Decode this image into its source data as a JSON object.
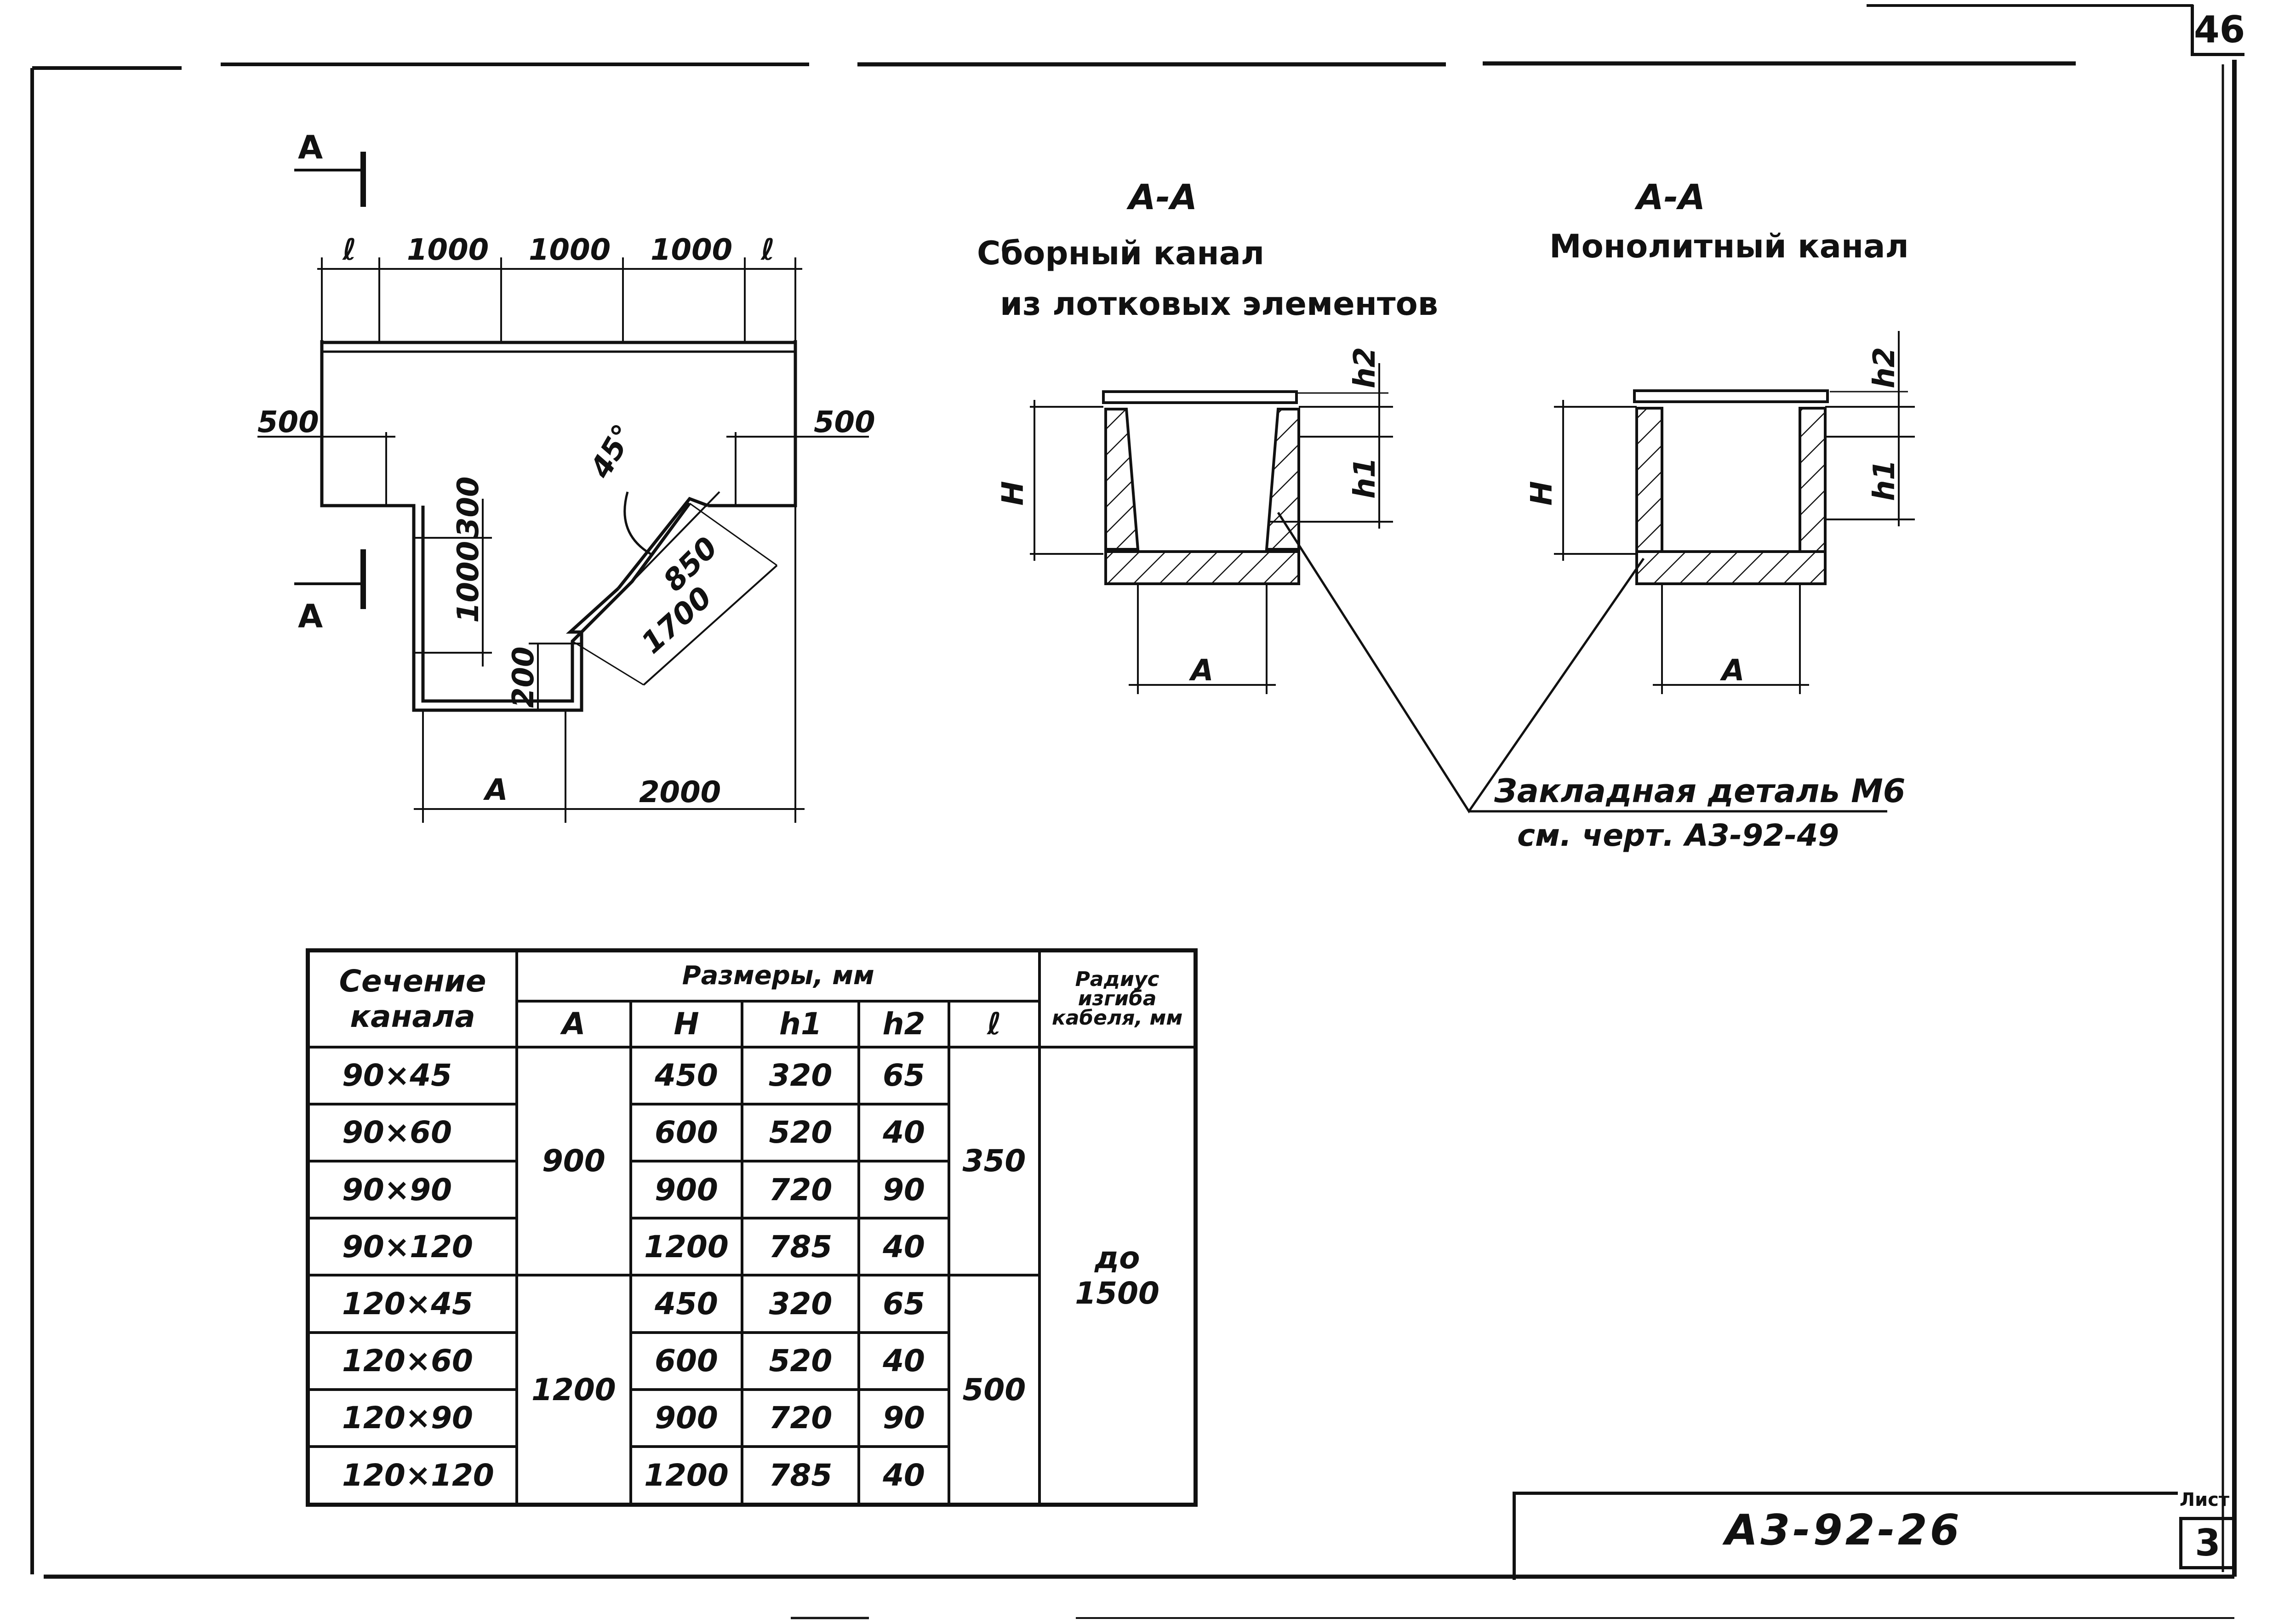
{
  "page_number": "46",
  "plan": {
    "section_mark": "А",
    "dims_top": [
      "ℓ",
      "1000",
      "1000",
      "1000",
      "ℓ"
    ],
    "dim_left": "500",
    "dim_right": "500",
    "dim_300": "300",
    "dim_1000": "1000",
    "dim_200": "200",
    "angle": "45°",
    "dim_850": "850",
    "dim_1700": "1700",
    "dim_bottom_a": "А",
    "dim_bottom_2000": "2000"
  },
  "section_precast": {
    "title": "А-А",
    "caption_line1": "Сборный канал",
    "caption_line2": "из лотковых элементов",
    "h2": "h2",
    "h1": "h1",
    "H": "H",
    "A": "А"
  },
  "section_monolithic": {
    "title": "А-А",
    "caption": "Монолитный канал",
    "h2": "h2",
    "h1": "h1",
    "H": "H",
    "A": "А"
  },
  "embedded_part": {
    "line1": "Закладная деталь М6",
    "line2": "см. черт. А3-92-49"
  },
  "table": {
    "head_section_line1": "Сечение",
    "head_section_line2": "канала",
    "head_sizes": "Размеры, мм",
    "head_radius": "Радиус изгиба кабеля, мм",
    "cols": [
      "А",
      "H",
      "h1",
      "h2",
      "ℓ"
    ],
    "rows": [
      {
        "section": "90×45",
        "H": "450",
        "h1": "320",
        "h2": "65"
      },
      {
        "section": "90×60",
        "H": "600",
        "h1": "520",
        "h2": "40"
      },
      {
        "section": "90×90",
        "H": "900",
        "h1": "720",
        "h2": "90"
      },
      {
        "section": "90×120",
        "H": "1200",
        "h1": "785",
        "h2": "40"
      },
      {
        "section": "120×45",
        "H": "450",
        "h1": "320",
        "h2": "65"
      },
      {
        "section": "120×60",
        "H": "600",
        "h1": "520",
        "h2": "40"
      },
      {
        "section": "120×90",
        "H": "900",
        "h1": "720",
        "h2": "90"
      },
      {
        "section": "120×120",
        "H": "1200",
        "h1": "785",
        "h2": "40"
      }
    ],
    "group1_A": "900",
    "group1_l": "350",
    "group2_A": "1200",
    "group2_l": "500",
    "radius_line1": "до",
    "radius_line2": "1500"
  },
  "title_block": {
    "code": "А3-92-26",
    "sheet_label": "Лист",
    "sheet_number": "3"
  }
}
